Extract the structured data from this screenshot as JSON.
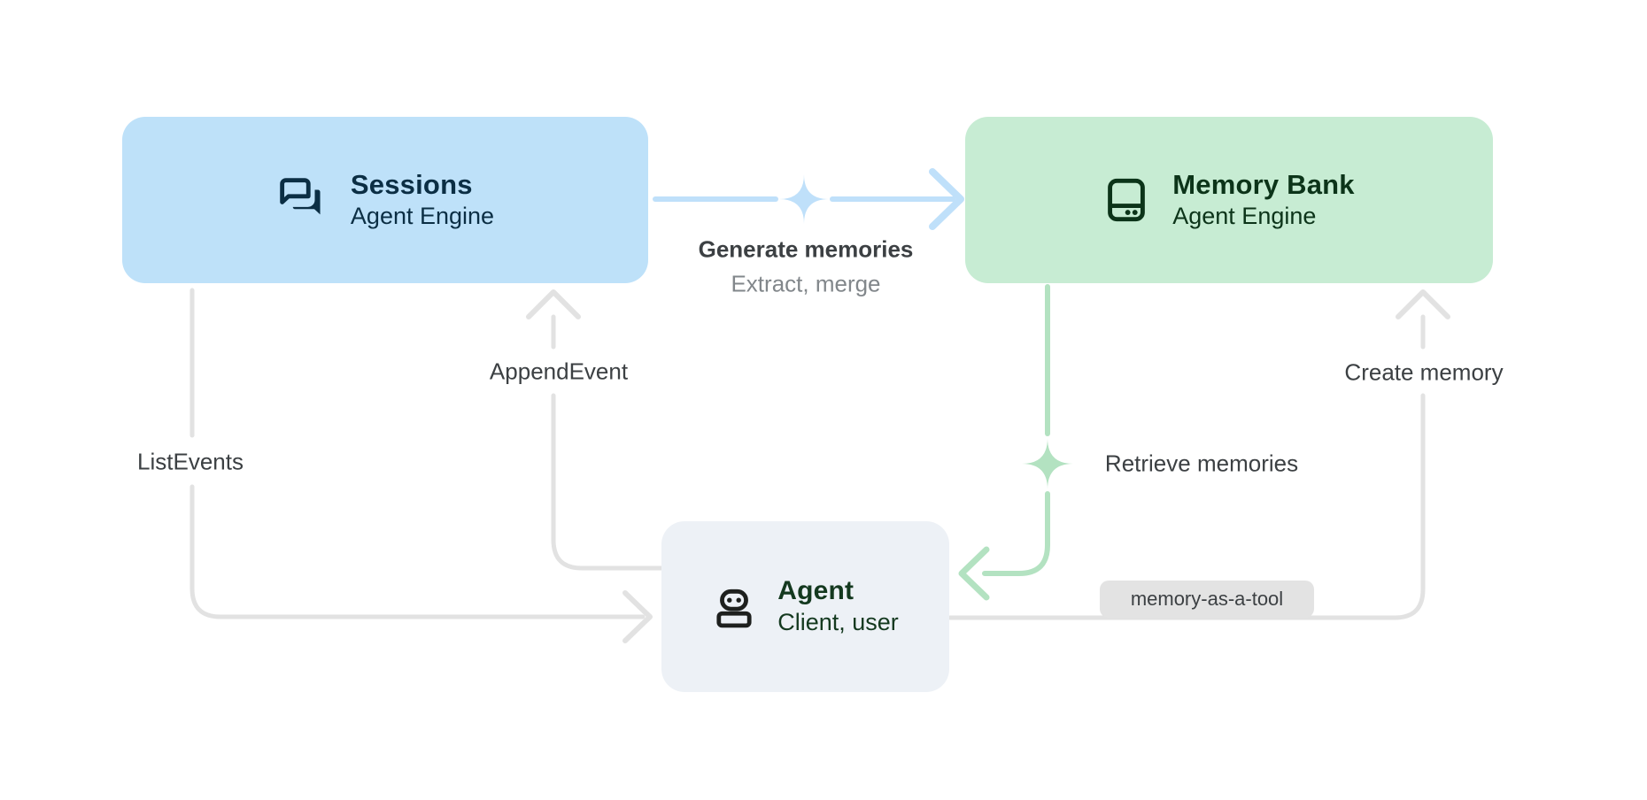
{
  "nodes": {
    "sessions": {
      "title": "Sessions",
      "subtitle": "Agent Engine",
      "icon": "forum-icon"
    },
    "memory_bank": {
      "title": "Memory Bank",
      "subtitle": "Agent Engine",
      "icon": "storage-icon"
    },
    "agent": {
      "title": "Agent",
      "subtitle": "Client, user",
      "icon": "robot-icon"
    }
  },
  "edges": {
    "generate": {
      "from": "Sessions",
      "to": "Memory Bank",
      "label": "Generate memories",
      "sublabel": "Extract, merge",
      "style": "blue-sparkle-arrow"
    },
    "append_event": {
      "from": "Agent",
      "to": "Sessions",
      "label": "AppendEvent",
      "style": "gray-arrow"
    },
    "list_events": {
      "from": "Sessions",
      "to": "Agent",
      "label": "ListEvents",
      "style": "gray-arrow"
    },
    "retrieve": {
      "from": "Memory Bank",
      "to": "Agent",
      "label": "Retrieve memories",
      "style": "green-sparkle-arrow"
    },
    "create_memory": {
      "from": "Agent",
      "to": "Memory Bank",
      "label": "Create memory",
      "badge": "memory-as-a-tool",
      "style": "gray-arrow"
    }
  },
  "colors": {
    "canvas_bg": "#ffffff",
    "sessions_bg": "#bee1f9",
    "sessions_text": "#0b2e44",
    "memory_bg": "#c7ecd3",
    "memory_text": "#0c3419",
    "agent_bg": "#edf1f6",
    "agent_text": "#14391f",
    "robot_icon": "#1e201e",
    "line_gray": "#e2e2e2",
    "arrow_blue": "#bfe0fa",
    "arrow_green": "#b3e2c1",
    "label_color": "#3c4043",
    "sublabel_color": "#82878b",
    "badge_bg": "#e3e3e3"
  }
}
